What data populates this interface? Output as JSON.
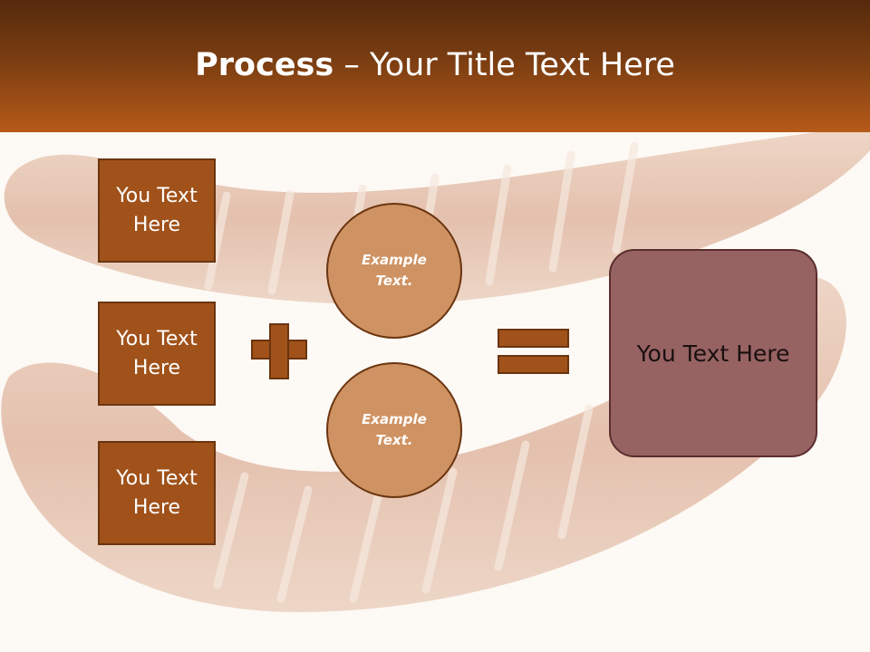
{
  "slide": {
    "title_bold": "Process",
    "title_rest": " – Your Title Text Here"
  },
  "inputs": [
    {
      "label": "You Text Here"
    },
    {
      "label": "You Text Here"
    },
    {
      "label": "You Text Here"
    }
  ],
  "circles": [
    {
      "label": "Example Text."
    },
    {
      "label": "Example Text."
    }
  ],
  "result": {
    "label": "You Text Here"
  },
  "colors": {
    "header_dark": "#552a0c",
    "header_light": "#b65a18",
    "box_fill": "#a0521a",
    "circle_fill": "#cf9262",
    "result_fill": "#976262",
    "background": "#fdf9f5"
  }
}
